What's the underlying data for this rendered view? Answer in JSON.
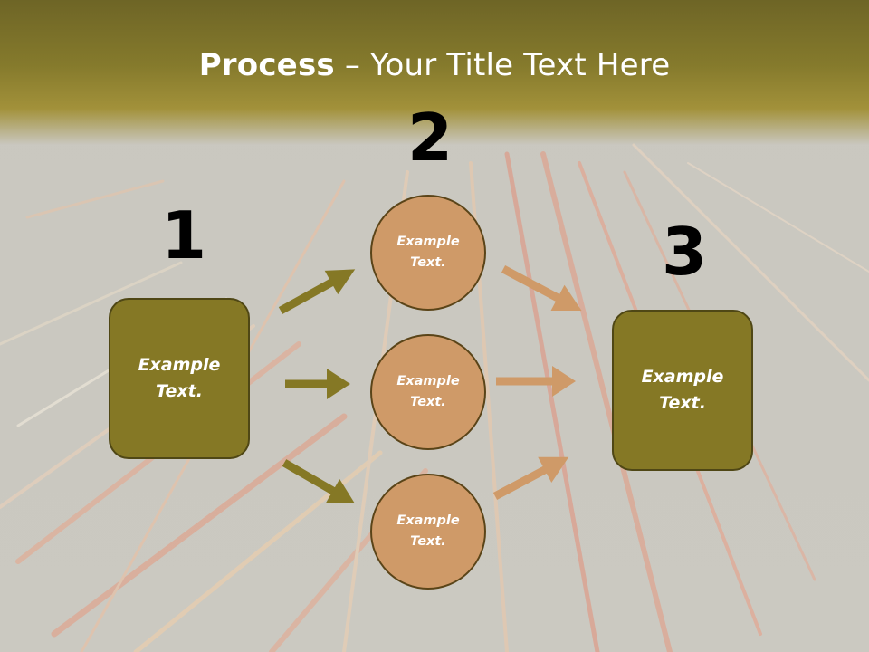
{
  "slide": {
    "title_bold": "Process",
    "title_rest": " – Your Title Text Here",
    "colors": {
      "title_band": "#857a2c",
      "box_fill": "#857825",
      "circle_fill": "#cf9a68",
      "arrow_left": "#857825",
      "arrow_right": "#cf9a68"
    }
  },
  "steps": {
    "step1": {
      "number": "1",
      "label": "Example\nText."
    },
    "step2": {
      "number": "2"
    },
    "step3": {
      "number": "3",
      "label": "Example\nText."
    }
  },
  "circles": [
    {
      "label": "Example\nText."
    },
    {
      "label": "Example\nText."
    },
    {
      "label": "Example\nText."
    }
  ]
}
